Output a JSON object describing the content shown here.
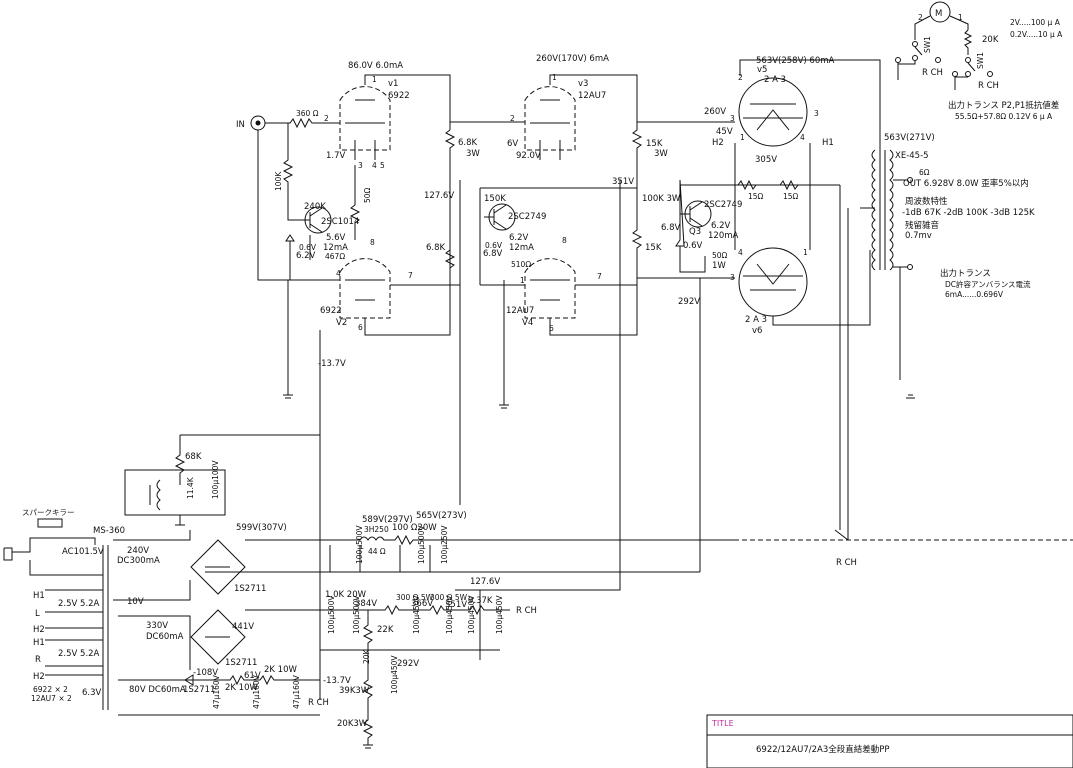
{
  "meter": {
    "symbol": "M",
    "pin_left": "2",
    "pin_right": "1",
    "resistor": "20K",
    "ranges": [
      "2V.....100 μ A",
      "0.2V.....10 μ A"
    ],
    "switch_label": "SW1",
    "left_ch": "R CH",
    "right_ch": "R CH"
  },
  "input": {
    "label": "IN",
    "grid_resistor": "360 Ω",
    "cathode_r": "100K"
  },
  "v1": {
    "name": "v1",
    "type": "6922",
    "op": "86.0V 6.0mA",
    "cathode_v": "1.7V",
    "plate_r": "6.8K",
    "plate_r_w": "3W"
  },
  "v2": {
    "name": "V2",
    "type": "6922",
    "bias": "-13.7V",
    "plate_v": "127.6V",
    "plate_r": "6.8K"
  },
  "q1": {
    "part": "2SC1014",
    "trim": "50Ω",
    "r_base": "240K",
    "v_ce": "5.6V",
    "i": "12mA",
    "vbe": "0.6V",
    "vz": "6.2V",
    "re": "467Ω"
  },
  "v3": {
    "name": "v3",
    "type": "12AU7",
    "op": "260V(170V) 6mA",
    "heater": "6V",
    "cathode_v": "92.0V",
    "plate_r": "15K",
    "plate_r_w": "3W",
    "plate_v": "351V"
  },
  "q2": {
    "part": "2SC2749",
    "r_base": "150K",
    "v_ce": "6.2V",
    "i": "12mA",
    "vbe": "0.6V",
    "vz": "6.8V",
    "re": "510Ω"
  },
  "v4": {
    "name": "V4",
    "type": "12AU7",
    "plate_r": "15K"
  },
  "out_tubes": {
    "v5": "v5",
    "v6": "v6",
    "type": "2 A 3",
    "op": "563V(258V) 60mA",
    "grid_v": "260V",
    "grid_v2": "292V",
    "h_v": "45V",
    "h_v2": "305V",
    "h1": "H1",
    "h2": "H2",
    "hum_r": "15Ω"
  },
  "q3": {
    "part": "2SC2749",
    "r_base": "100K 3W",
    "v_ce": "6.2V",
    "i": "120mA",
    "vz": "6.8V",
    "vbe": "0.6V",
    "re": "50Ω",
    "re_w": "1W"
  },
  "out_trans": {
    "model": "XE-45-5",
    "b_plus": "563V(271V)",
    "tap": "6Ω",
    "out_spec": "OUT 6.928V 8.0W 歪率5%以内",
    "freq_title": "周波数特性",
    "freq": "-1dB 67K -2dB 100K -3dB 125K",
    "noise_title": "残留雑音",
    "noise": "0.7mv",
    "p2p1_title": "出力トランス P2,P1抵抗値差",
    "p2p1": "55.5Ω+57.8Ω  0.12V 6 μ A",
    "dc_title": "出力トランス",
    "dc_sub": "DC許容アンバランス電流",
    "dc_val": "6mA......0.696V"
  },
  "power": {
    "killer": "スパークキラー",
    "ac": "AC101.5V",
    "pt": "MS-360",
    "sec1": "240V",
    "sec1_i": "DC300mA",
    "sec1b": "10V",
    "h1": "H1",
    "l": "L",
    "h2": "H2",
    "r": "R",
    "heater_v": "2.5V 5.2A",
    "h1b": "H1",
    "h2b": "H2",
    "heater_v2": "2.5V 5.2A",
    "tubes_a": "6922 × 2",
    "tubes_b": "12AU7 × 2",
    "heater_63": "6.3V",
    "sec2": "330V",
    "sec2_i": "DC60mA",
    "sec2_out": "441V",
    "sec3": "80V DC60mA",
    "neg_out": "-108V",
    "neg_res": "2K 10W",
    "neg_res2": "2K 10W",
    "neg_v": "-13.7V",
    "neg_v2": "61V",
    "neg_ch": "R CH",
    "diode": "1S2711",
    "diode2": "1S2711",
    "diode3": "1S2711",
    "r68k": "68K",
    "r11k": "11.4K",
    "c100": "100μ100V",
    "b1": "599V(307V)",
    "choke": "3H250",
    "choke_r": "44 Ω",
    "b2": "589V(297V)",
    "b3_r": "100 Ω20W",
    "b3": "565V(273V)",
    "rch": "R CH",
    "r10k": "1.0K 20W",
    "v384": "384V",
    "r300a": "300 Ω 5W",
    "v366": "366V",
    "r300b": "300 Ω 5W",
    "v351": "351V",
    "r937": "9.37K",
    "v1276": "127.6V",
    "rch2": "R CH",
    "r22k": "22K",
    "r20k": "20K",
    "r39k": "39K3W",
    "r20k3": "20K3W",
    "v292": "292V",
    "cap500": "100μ500V",
    "cap450": "100μ450V",
    "cap250": "100μ250V",
    "cap47": "47μ160V"
  },
  "title_block": {
    "title": "TITLE",
    "name": "6922/12AU7/2A3全段直結差動PP"
  }
}
